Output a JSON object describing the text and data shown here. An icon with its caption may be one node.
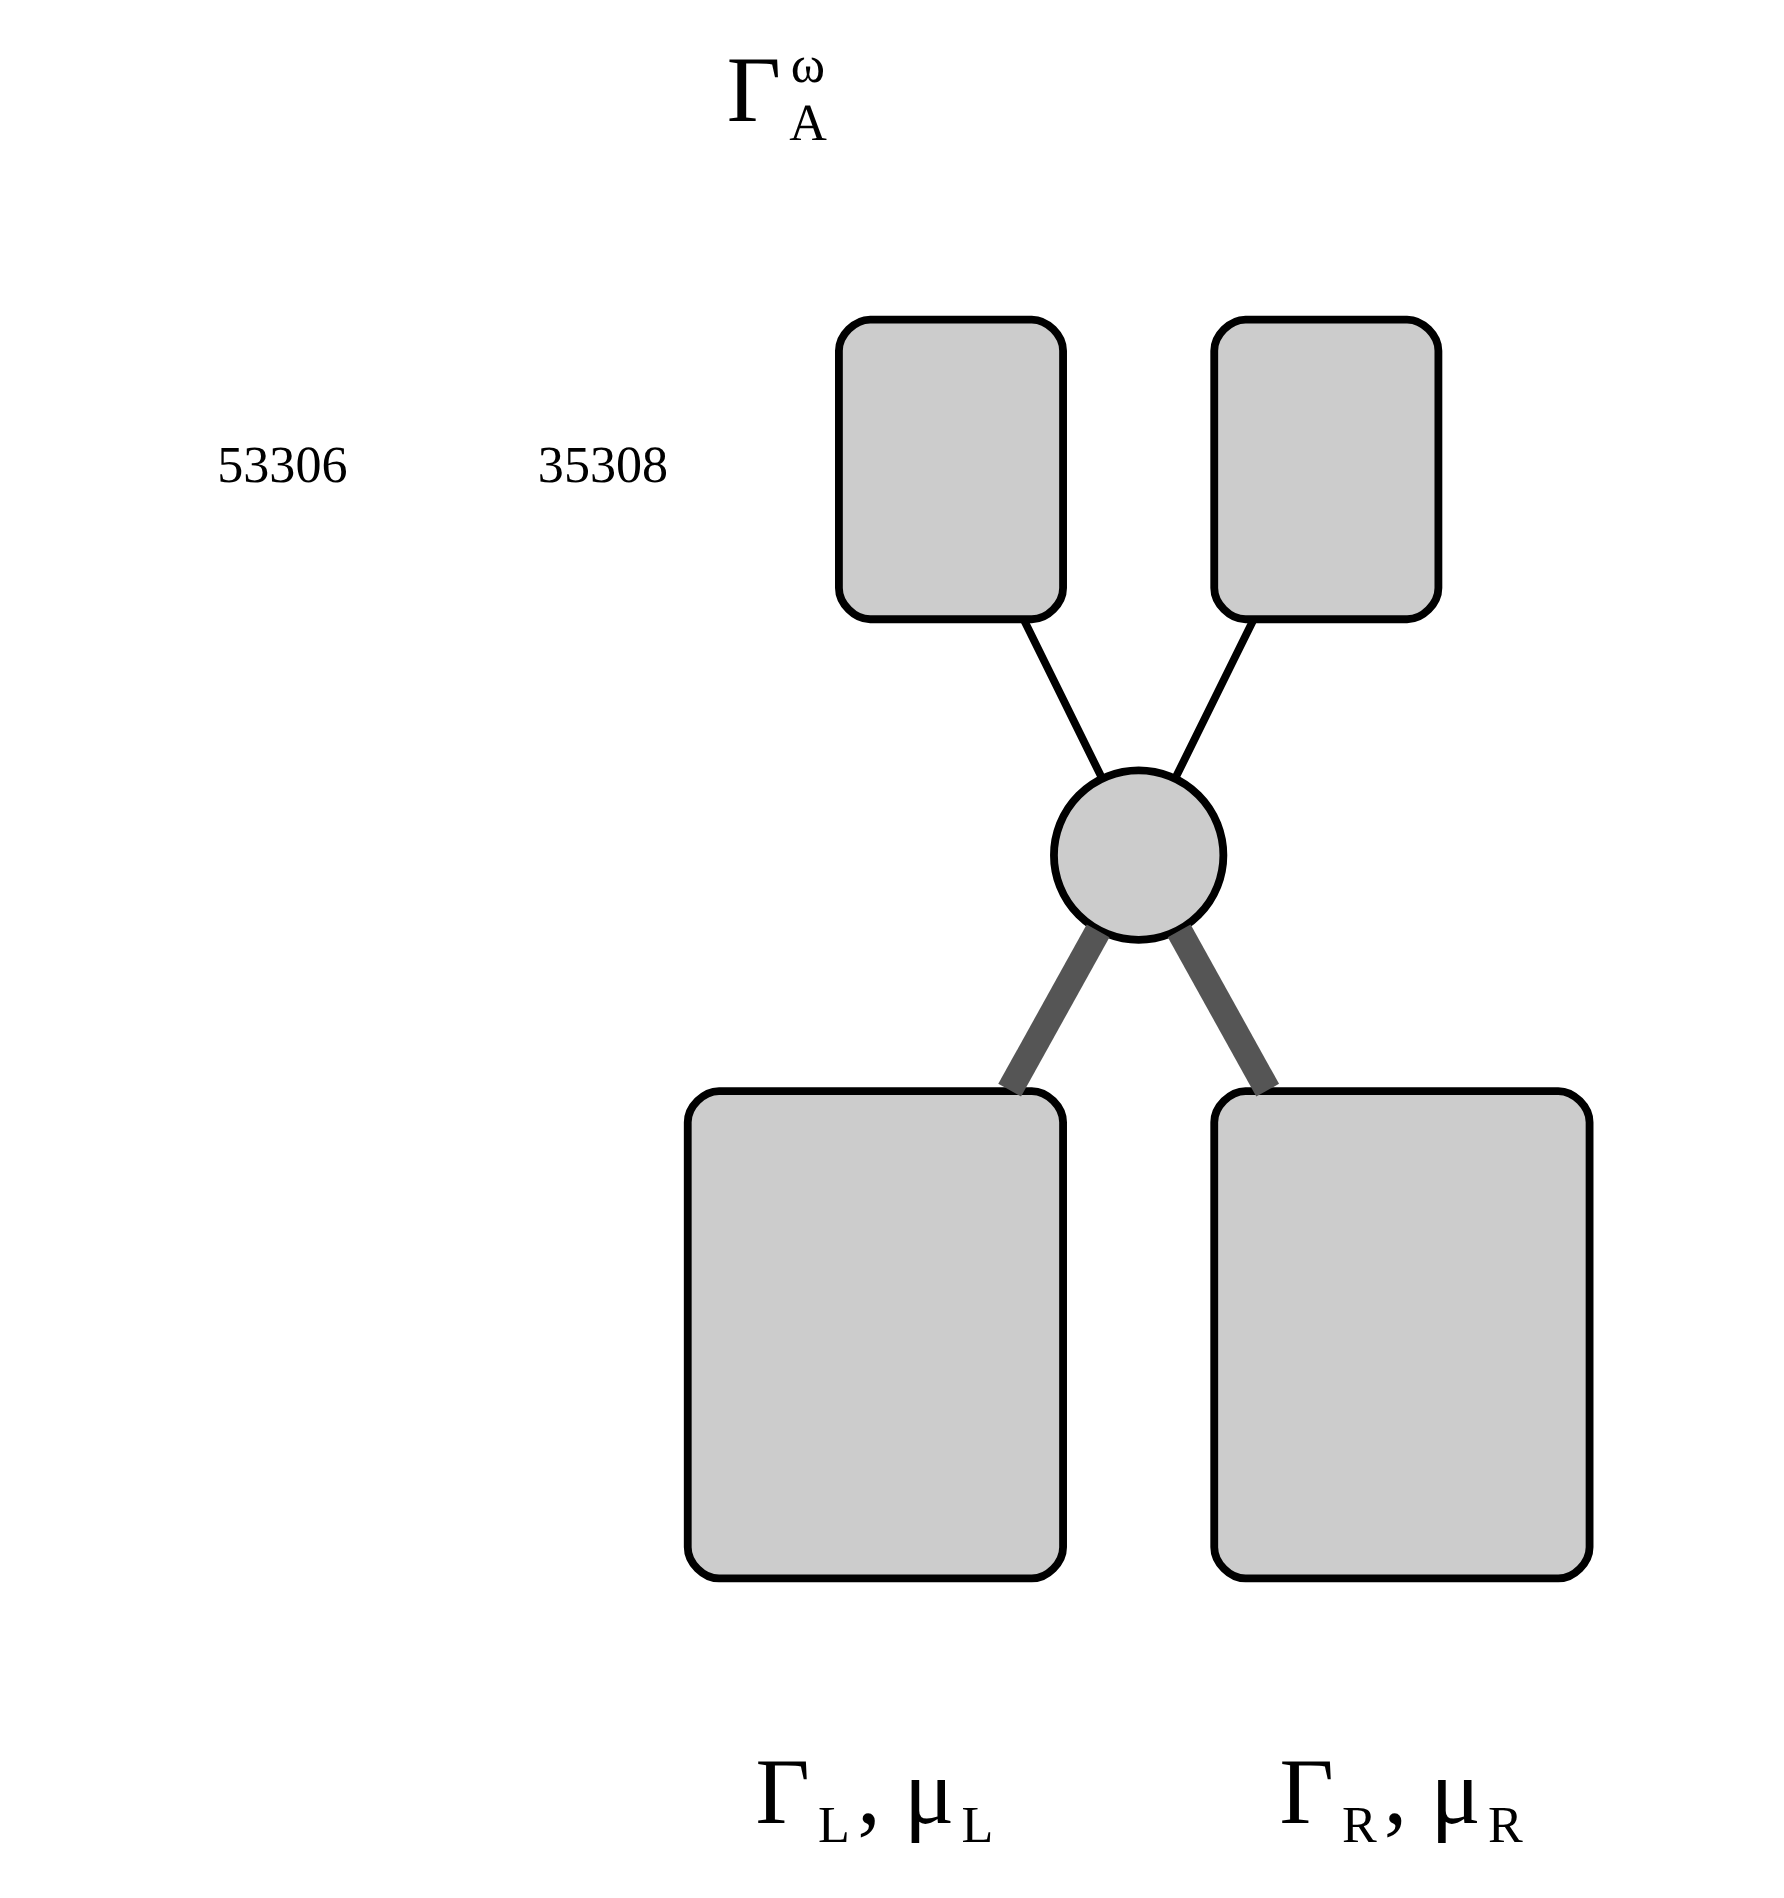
{
  "diagram": {
    "nodes": [
      {
        "text": [],
        "shape": "box"
      },
      {
        "text": [],
        "shape": "box"
      },
      {
        "text": [],
        "shape": "circle"
      },
      {
        "text": [],
        "shape": "box",
        "beside": [
          "Γ$_{L}$, μ$_{L}$"
        ]
      },
      {
        "text": [],
        "shape": "box",
        "beside": [
          "Γ$_{R}$, μ$_{R}$"
        ]
      }
    ],
    "edges": [
      {
        "from": 0,
        "to": 2,
        "arrow": "none"
      },
      {
        "from": 1,
        "to": 2,
        "arrow": "none"
      },
      {
        "from": 3,
        "to": 2,
        "arrow": "none",
        "style": "thick"
      },
      {
        "from": 4,
        "to": 2,
        "arrow": "none",
        "style": "thick"
      }
    ],
    "labels": [
      "Γ$^{ω}$$_{A}$",
      "53306",
      "35308"
    ]
  }
}
